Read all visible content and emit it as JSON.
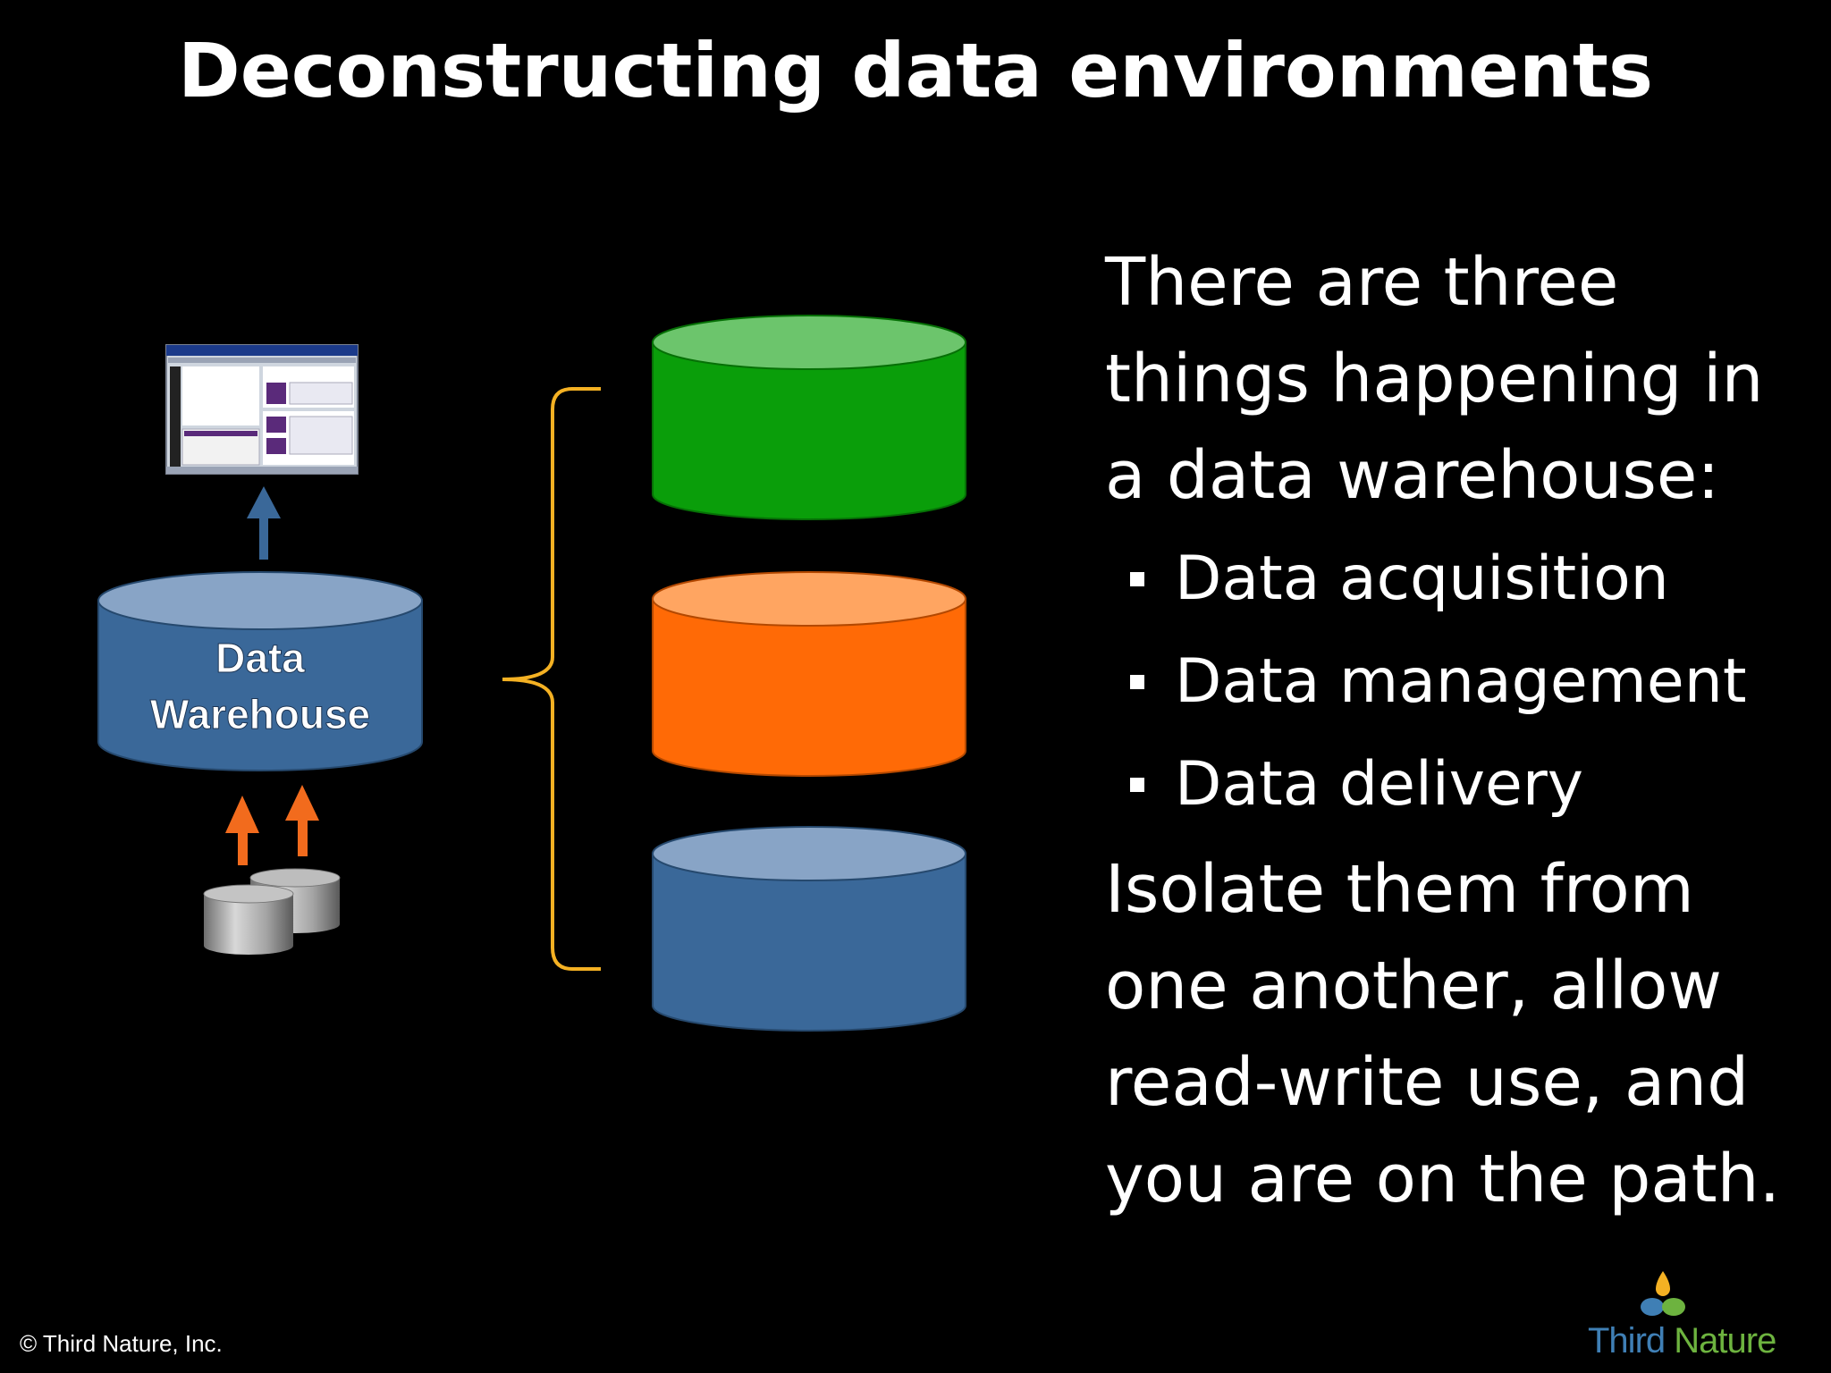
{
  "title": "Deconstructing data environments",
  "diagram": {
    "warehouse_label_line1": "Data",
    "warehouse_label_line2": "Warehouse",
    "colors": {
      "green": "#0a9e0a",
      "green_top": "#6cc56c",
      "orange": "#ff6a06",
      "orange_top": "#ffa561",
      "blue": "#3a6899",
      "blue_top": "#88a4c6",
      "bracket": "#f4b123",
      "arrow_up_blue": "#3a6899",
      "arrow_up_orange": "#f26b1d"
    }
  },
  "text": {
    "intro": "There are three things happening in a data warehouse:",
    "bullets": [
      "Data acquisition",
      "Data management",
      "Data delivery"
    ],
    "conclusion": "Isolate them from one another, allow read-write use, and you are on the path."
  },
  "footer": {
    "copyright": "© Third Nature, Inc.",
    "logo_word1": "Third",
    "logo_word2": "Nature"
  }
}
